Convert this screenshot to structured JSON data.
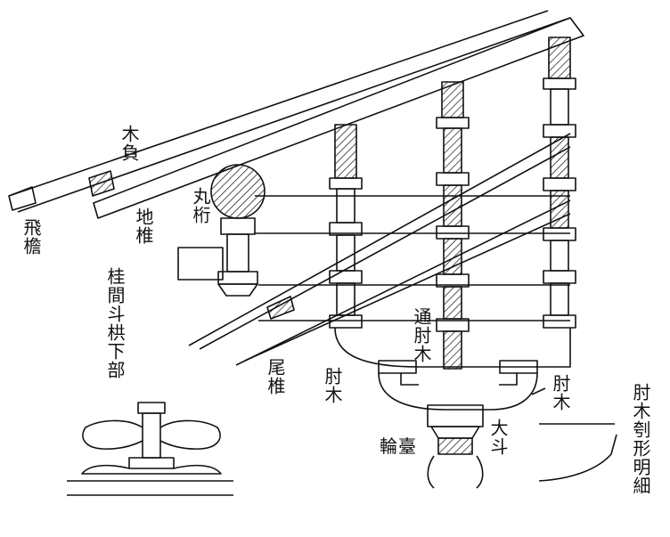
{
  "labels": {
    "fuoi": "木負",
    "hien": "飛檐",
    "jidaruki": "地椎",
    "gyo": "丸桁",
    "hashirama": "桂間斗栱下部",
    "tsuhijiki": "通肘木",
    "odaruki": "尾椎",
    "hijiki_left": "肘木",
    "hijiki_right": "肘木",
    "rindai": "輪臺",
    "daito": "大斗",
    "hijiki_detail": "肘木刳形明細"
  },
  "colors": {
    "ink": "#111111",
    "paper": "#ffffff"
  }
}
